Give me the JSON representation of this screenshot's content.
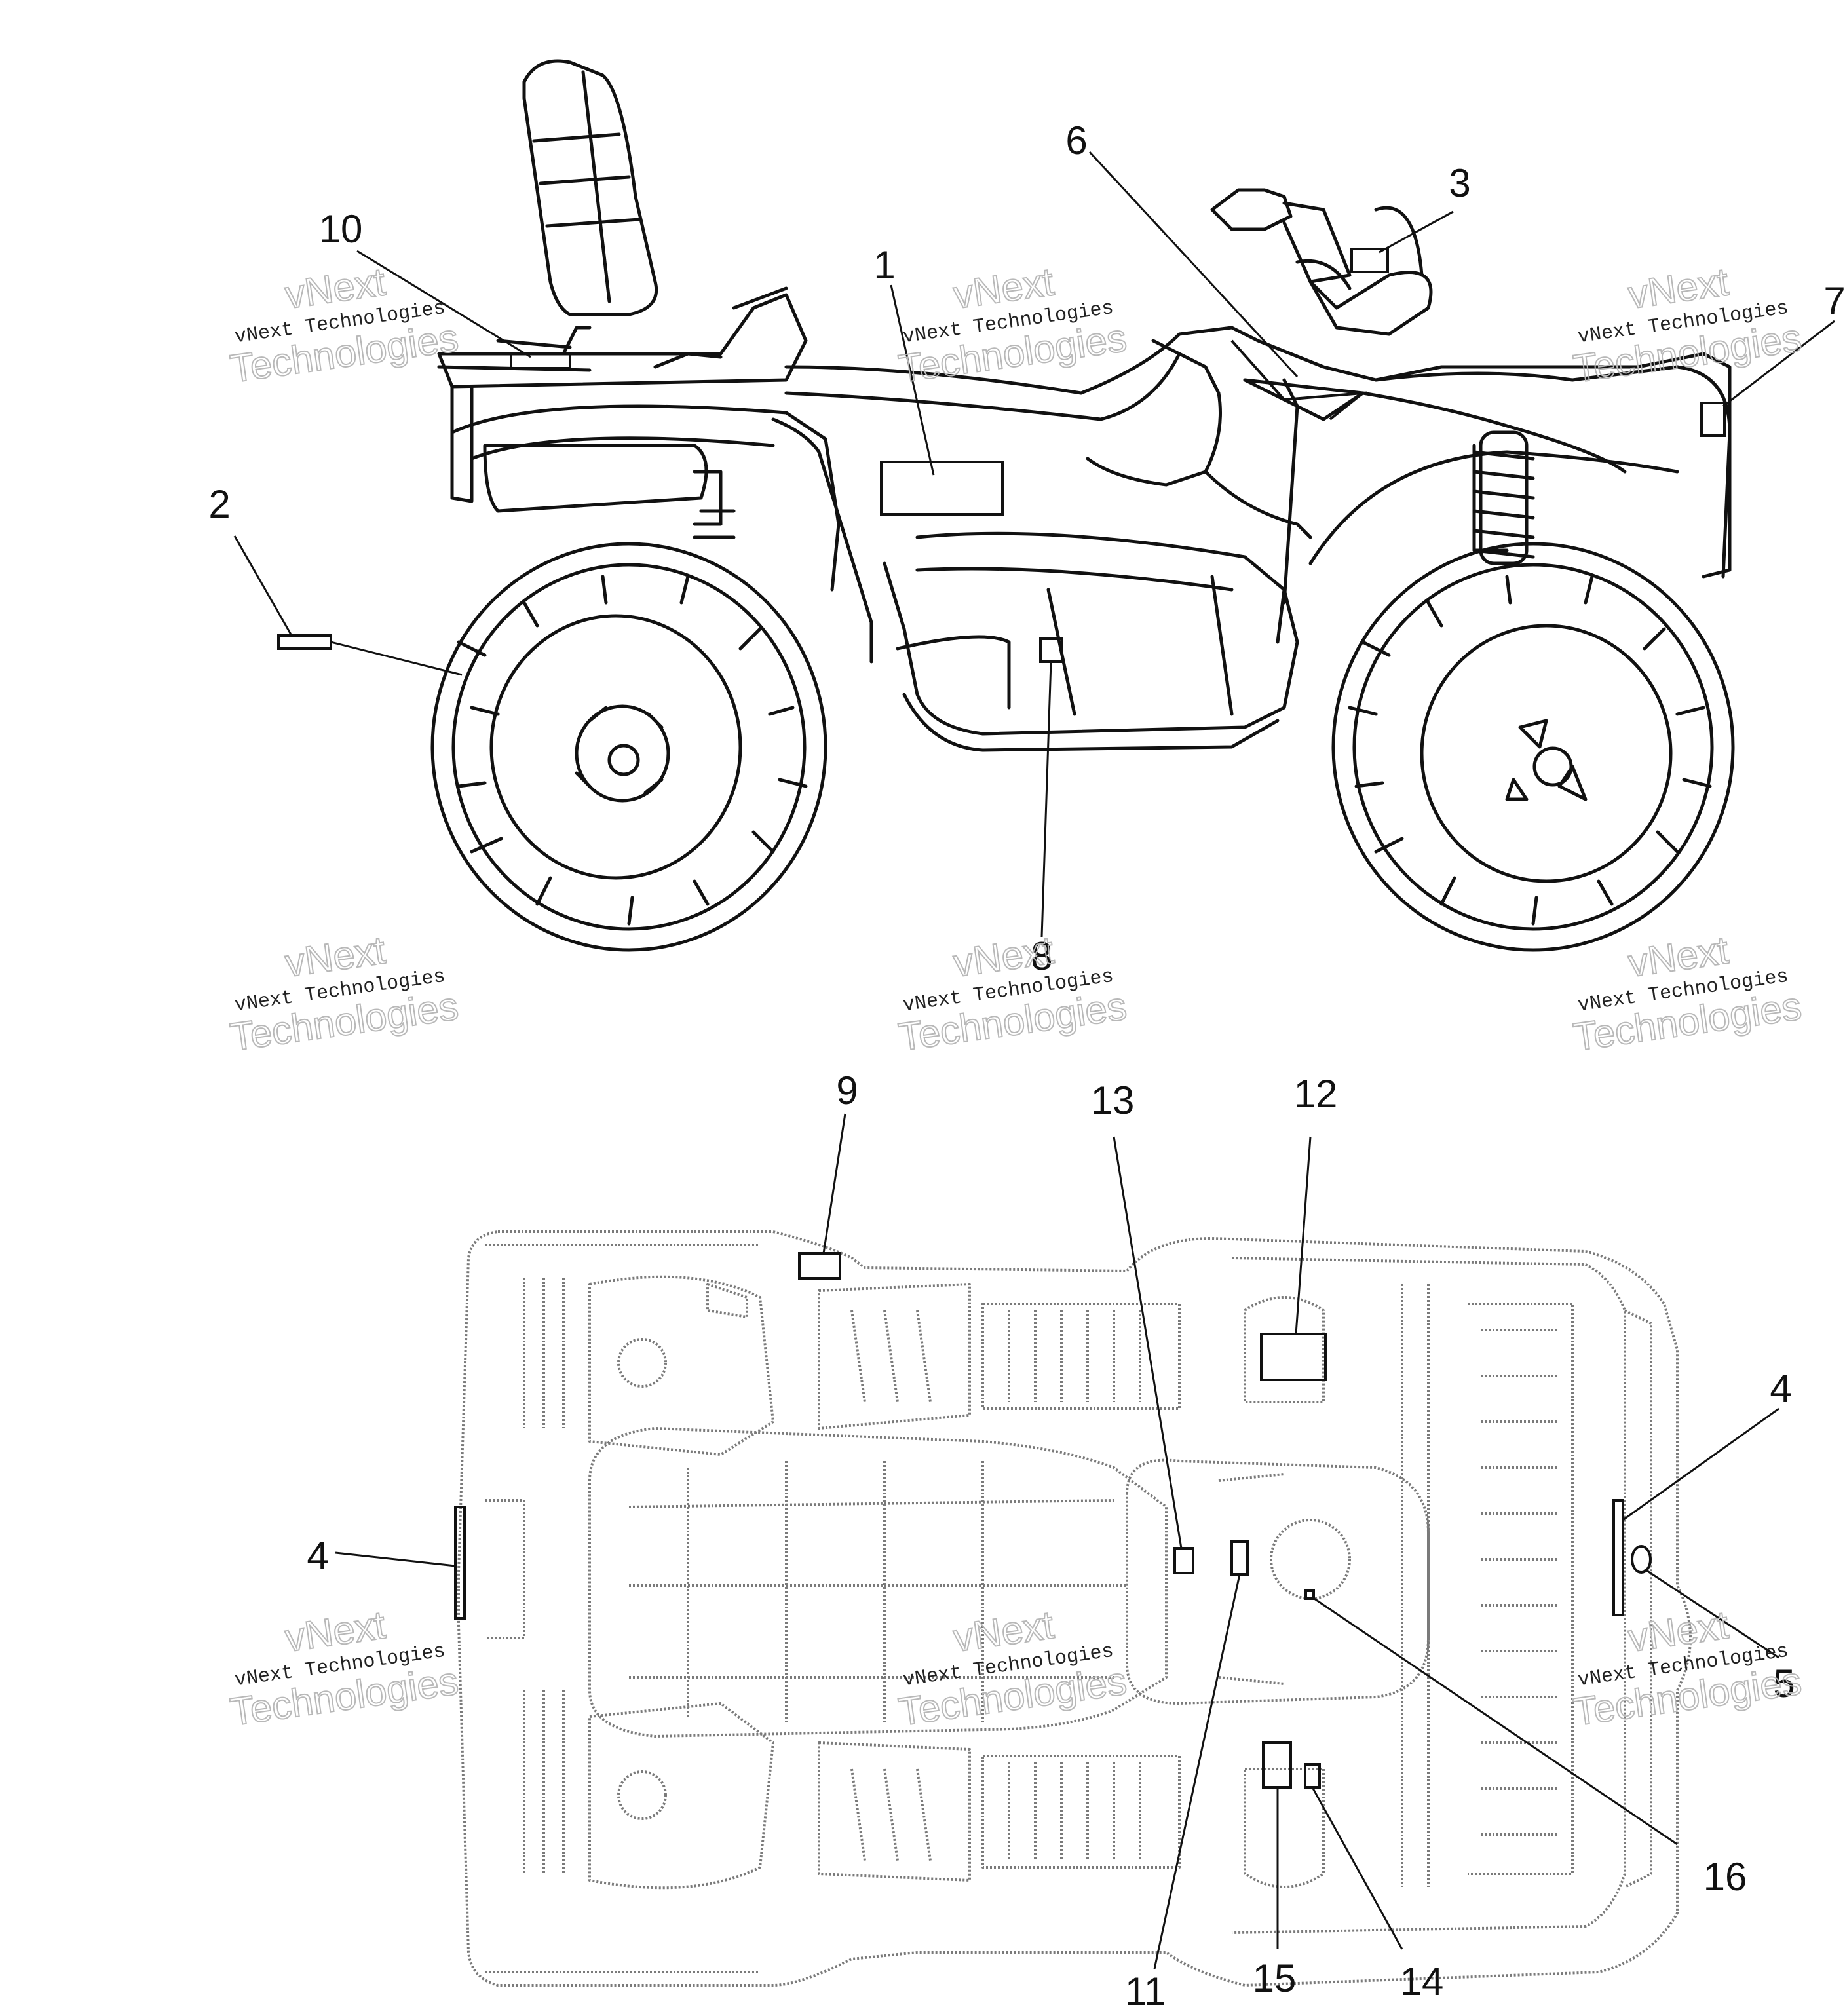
{
  "callouts": {
    "c1": "1",
    "c2": "2",
    "c3": "3",
    "c4a": "4",
    "c4b": "4",
    "c5": "5",
    "c6": "6",
    "c7": "7",
    "c8": "8",
    "c9": "9",
    "c10": "10",
    "c11": "11",
    "c12": "12",
    "c13": "13",
    "c14": "14",
    "c15": "15",
    "c16": "16"
  },
  "watermark": {
    "top": "vNext",
    "middle": "vNext Technologies",
    "bottom": "Technologies"
  }
}
